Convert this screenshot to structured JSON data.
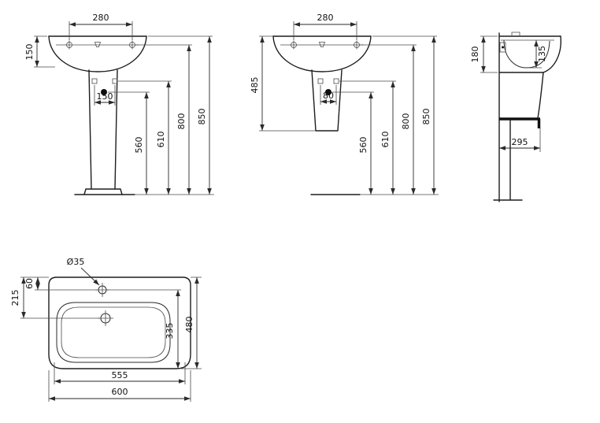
{
  "page": {
    "background": "#ffffff",
    "line_color": "#1d1d1d"
  },
  "views": {
    "front_full_pedestal": {
      "dims": {
        "hole_spacing_top": "280",
        "rim_apron_height": "150",
        "pedestal_hole_spacing": "150",
        "height_to_bolt": "560",
        "height_to_holes": "610",
        "height_to_fixings": "800",
        "rim_height": "850"
      }
    },
    "front_semi_pedestal": {
      "dims": {
        "hole_spacing_top": "280",
        "semi_pedestal_drop": "485",
        "pedestal_hole_spacing": "80",
        "height_to_bolt": "560",
        "height_to_holes": "610",
        "height_to_fixings": "800",
        "rim_height": "850"
      }
    },
    "side": {
      "dims": {
        "basin_section_height": "180",
        "bowl_inner_depth": "135",
        "depth_from_wall": "295"
      }
    },
    "plan": {
      "dims": {
        "tap_hole_diameter": "Ø35",
        "tap_hole_offset": "60",
        "drain_offset": "215",
        "bowl_to_front": "335",
        "overall_depth": "480",
        "fixing_width": "555",
        "overall_width": "600"
      }
    }
  }
}
